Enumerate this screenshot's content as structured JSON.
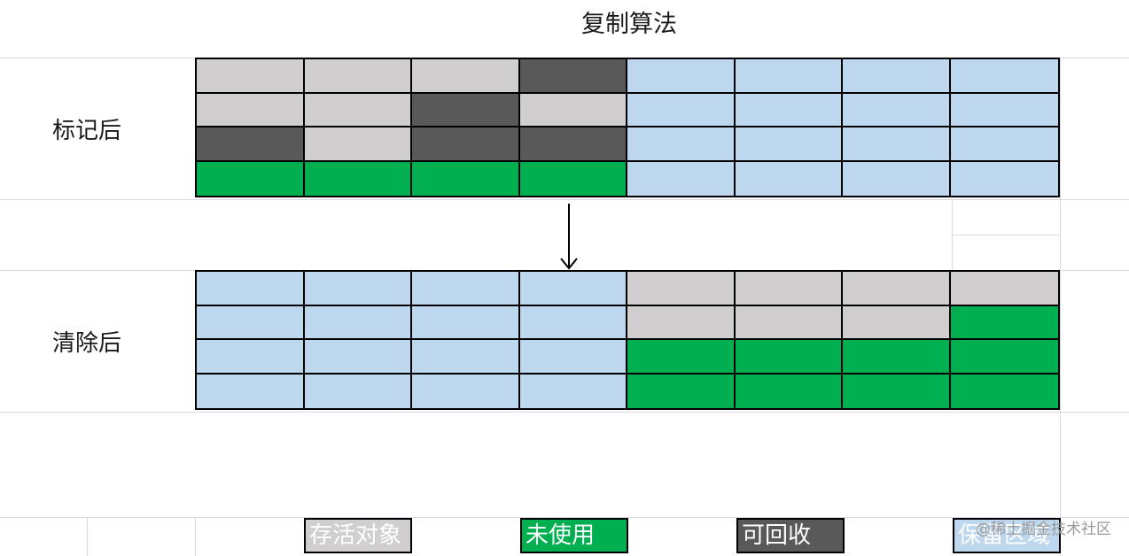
{
  "title": "复制算法",
  "colors": {
    "live": "#d0cece",
    "recyclable": "#595959",
    "unused": "#00b050",
    "reserved": "#bdd7ee"
  },
  "sections": [
    {
      "label": "标记后",
      "cells": [
        [
          "live",
          "live",
          "live",
          "recyclable",
          "reserved",
          "reserved",
          "reserved",
          "reserved"
        ],
        [
          "live",
          "live",
          "recyclable",
          "live",
          "reserved",
          "reserved",
          "reserved",
          "reserved"
        ],
        [
          "recyclable",
          "live",
          "recyclable",
          "recyclable",
          "reserved",
          "reserved",
          "reserved",
          "reserved"
        ],
        [
          "unused",
          "unused",
          "unused",
          "unused",
          "reserved",
          "reserved",
          "reserved",
          "reserved"
        ]
      ]
    },
    {
      "label": "清除后",
      "cells": [
        [
          "reserved",
          "reserved",
          "reserved",
          "reserved",
          "live",
          "live",
          "live",
          "live"
        ],
        [
          "reserved",
          "reserved",
          "reserved",
          "reserved",
          "live",
          "live",
          "live",
          "unused"
        ],
        [
          "reserved",
          "reserved",
          "reserved",
          "reserved",
          "unused",
          "unused",
          "unused",
          "unused"
        ],
        [
          "reserved",
          "reserved",
          "reserved",
          "reserved",
          "unused",
          "unused",
          "unused",
          "unused"
        ]
      ]
    }
  ],
  "legend": [
    {
      "key": "live",
      "label": "存活对象",
      "text_color": "#ffffff"
    },
    {
      "key": "unused",
      "label": "未使用",
      "text_color": "#ffffff"
    },
    {
      "key": "recyclable",
      "label": "可回收",
      "text_color": "#ffffff"
    },
    {
      "key": "reserved",
      "label": "保留区域",
      "text_color": "#ffffff"
    }
  ],
  "watermark": "@稀土掘金技术社区"
}
